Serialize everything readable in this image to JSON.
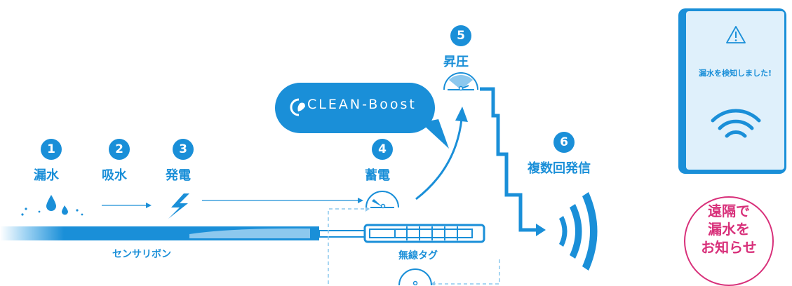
{
  "steps": [
    {
      "num": "1",
      "label": "漏水"
    },
    {
      "num": "2",
      "label": "吸水"
    },
    {
      "num": "3",
      "label": "発電"
    },
    {
      "num": "4",
      "label": "蓄電"
    },
    {
      "num": "5",
      "label": "昇圧"
    },
    {
      "num": "6",
      "label": "複数回発信"
    }
  ],
  "bubble": {
    "text": "CLEAN-Boost"
  },
  "sensor_ribbon_label": "センサリボン",
  "wireless_tag_label": "無線タグ",
  "phone": {
    "message": "漏水を検知しました!"
  },
  "remote_notice": {
    "line1": "遠隔で",
    "line2": "漏水を",
    "line3": "お知らせ"
  },
  "colors": {
    "primary": "#1a8fd8",
    "light": "#8cc8ee",
    "accent": "#d8307a",
    "screen": "#dff0fb"
  }
}
